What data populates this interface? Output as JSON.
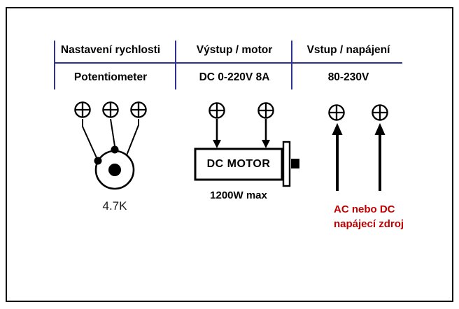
{
  "diagram": {
    "colors": {
      "header_line": "#2e3192",
      "red_text": "#c00000"
    },
    "columns": [
      {
        "header": "Nastavení rychlosti",
        "sub": "Potentiometer"
      },
      {
        "header": "Výstup / motor",
        "sub": "DC 0-220V 8A"
      },
      {
        "header": "Vstup / napájení",
        "sub": "80-230V"
      }
    ],
    "potentiometer": {
      "value": "4.7K"
    },
    "motor": {
      "label": "DC MOTOR",
      "power": "1200W max"
    },
    "power_source": {
      "line1": "AC nebo DC",
      "line2": "napájecí zdroj"
    }
  }
}
